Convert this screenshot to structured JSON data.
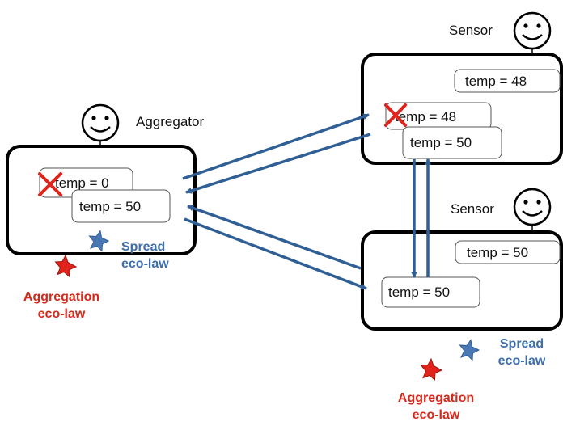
{
  "aggregator": {
    "role_label": "Aggregator",
    "old_value": "temp = 0",
    "new_value": "temp = 50",
    "spread_law": [
      "Spread",
      "eco-law"
    ],
    "aggregation_law": [
      "Aggregation",
      "eco-law"
    ]
  },
  "sensor_top": {
    "role_label": "Sensor",
    "own_value": "temp = 48",
    "old_value": "temp = 48",
    "new_value": "temp = 50"
  },
  "sensor_bottom": {
    "role_label": "Sensor",
    "own_value": "temp = 50",
    "received_value": "temp = 50",
    "spread_law": [
      "Spread",
      "eco-law"
    ],
    "aggregation_law": [
      "Aggregation",
      "eco-law"
    ]
  },
  "colors": {
    "arrow": "#2f5f95",
    "aggregation_star": "#e0241b",
    "spread_star": "#4a78b5",
    "cross": "#e0241b"
  }
}
